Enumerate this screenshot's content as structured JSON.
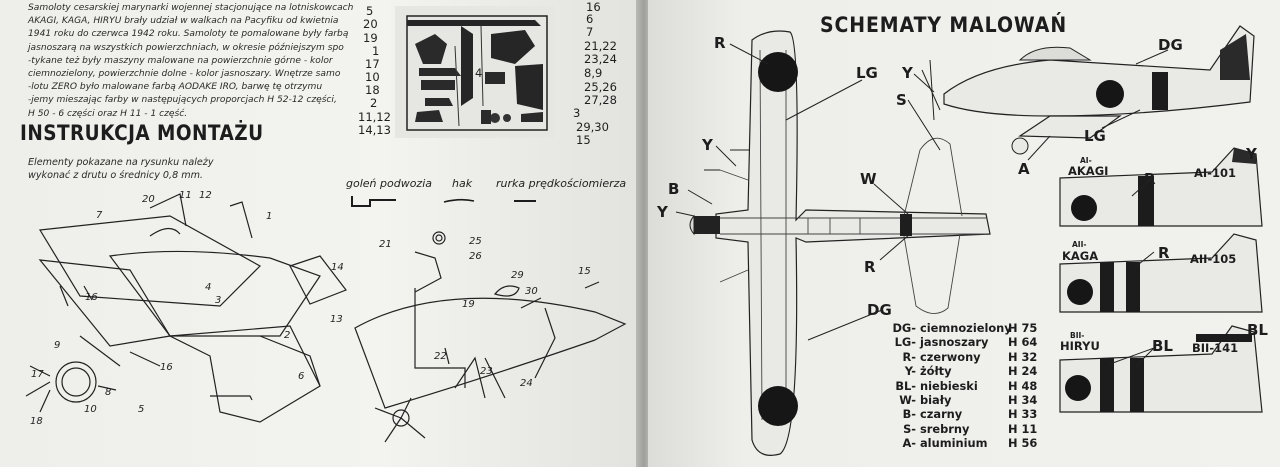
{
  "intro_lines": [
    "Samoloty cesarskiej marynarki wojennej stacjonujące na lotniskowcach",
    "AKAGI, KAGA, HIRYU brały udział w walkach na Pacyfiku od kwietnia",
    "1941 roku do czerwca 1942 roku. Samoloty te pomalowane były farbą",
    "jasnoszarą na wszystkich powierzchniach, w okresie późniejszym spo",
    "-tykane też były maszyny malowane na powierzchnie górne - kolor",
    "ciemnozielony, powierzchnie dolne - kolor jasnoszary. Wnętrze samo",
    "-lotu ZERO było malowane farbą AODAKE IRO, barwę tę otrzymu",
    "-jemy mieszając farby w następujących proporcjach H 52-12 części,",
    "H 50 - 6 części oraz H 11 - 1 część."
  ],
  "assembly_title": "INSTRUKCJA  MONTAŻU",
  "wire_note": [
    "Elementy  pokazane na rysunku należy",
    "wykonać z drutu o średnicy  0,8 mm."
  ],
  "tools": [
    "goleń podwozia",
    "hak",
    "rurka prędkościomierza"
  ],
  "sprue_left_numbers": [
    "5",
    "20",
    "19",
    "1",
    "17",
    "10",
    "18",
    "2",
    "11,12",
    "14,13"
  ],
  "sprue_right_numbers": [
    "16",
    "6",
    "7",
    "21,22",
    "23,24",
    "8,9",
    "25,26",
    "27,28",
    "3",
    "29,30",
    "15"
  ],
  "sprue_center_number": "4",
  "assembly_part_numbers": [
    "7",
    "20",
    "11",
    "12",
    "1",
    "14",
    "13",
    "2",
    "4",
    "3",
    "16",
    "16",
    "9",
    "8",
    "17",
    "10",
    "18",
    "5",
    "6"
  ],
  "assembly_part_numbers_b": [
    "21",
    "25",
    "26",
    "29",
    "30",
    "19",
    "15",
    "22",
    "23",
    "24"
  ],
  "painting_title": "SCHEMATY  MALOWAŃ",
  "callouts": {
    "R1": "R",
    "LG1": "LG",
    "Y1": "Y",
    "S": "S",
    "DG1": "DG",
    "LG2": "LG",
    "A": "A",
    "Y2": "Y",
    "B": "B",
    "Y3": "Y",
    "W": "W",
    "R2": "R",
    "DG2": "DG",
    "R3": "R",
    "Y4": "Y",
    "R4": "R",
    "BL1": "BL",
    "BL2": "BL"
  },
  "carriers": [
    {
      "prefix": "AI-",
      "name": "AKAGI",
      "code": "AI-101"
    },
    {
      "prefix": "AII-",
      "name": "KAGA",
      "code": "AII-105"
    },
    {
      "prefix": "BII-",
      "name": "HIRYU",
      "code": "BII-141"
    }
  ],
  "legend": [
    {
      "code": "DG",
      "name": "ciemnozielony",
      "h": "H 75"
    },
    {
      "code": "LG",
      "name": "jasnoszary",
      "h": "H 64"
    },
    {
      "code": "R",
      "name": "czerwony",
      "h": "H 32"
    },
    {
      "code": "Y",
      "name": "żółty",
      "h": "H 24"
    },
    {
      "code": "BL",
      "name": "niebieski",
      "h": "H 48"
    },
    {
      "code": "W",
      "name": "biały",
      "h": "H 34"
    },
    {
      "code": "B",
      "name": "czarny",
      "h": "H 33"
    },
    {
      "code": "S",
      "name": "srebrny",
      "h": "H 11"
    },
    {
      "code": "A",
      "name": "aluminium",
      "h": "H 56"
    }
  ],
  "colors": {
    "ink": "#1d1d1d",
    "paper": "#efefeb",
    "hinomaru": "#161616"
  }
}
